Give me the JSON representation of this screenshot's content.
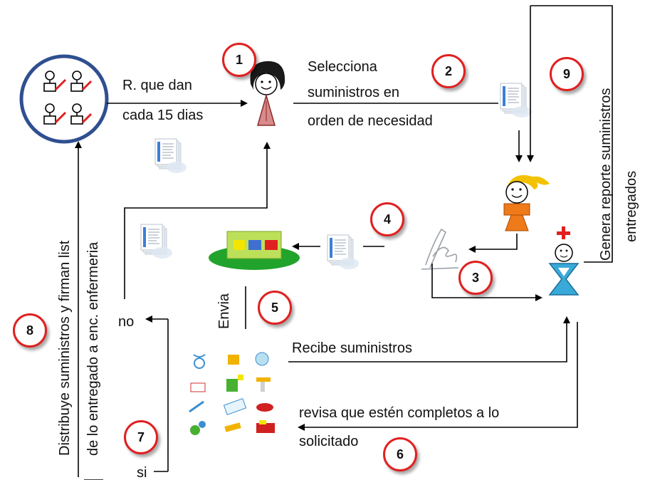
{
  "labels": {
    "rq_line1": "R. que dan",
    "rq_line2": "cada 15 dias",
    "sel_line1": "Selecciona",
    "sel_line2": "suministros en",
    "sel_line3": "orden de necesidad",
    "envia": "Envia",
    "no": "no",
    "si": "si",
    "recibe": "Recibe suministros",
    "revisa_line1": "revisa que estén completos a lo",
    "revisa_line2": "solicitado",
    "genera_line1": "Genera reporte suministros",
    "genera_line2": "entregados",
    "distribuye_line1": "Distribuye suministros  y firman list",
    "distribuye_line2": "de lo entregado a enc. enfermeria"
  },
  "steps": [
    "1",
    "2",
    "3",
    "4",
    "5",
    "6",
    "7",
    "8",
    "9"
  ],
  "colors": {
    "badge_border": "#e02020",
    "org_circle": "#2f4f8f",
    "arrow": "#000000"
  },
  "icons": [
    "org-chart-icon",
    "nurse-woman-icon",
    "document-icon",
    "warehouse-worker-icon",
    "signature-icon",
    "nurse-icon",
    "warehouse-building-icon",
    "medical-supplies-icon"
  ]
}
